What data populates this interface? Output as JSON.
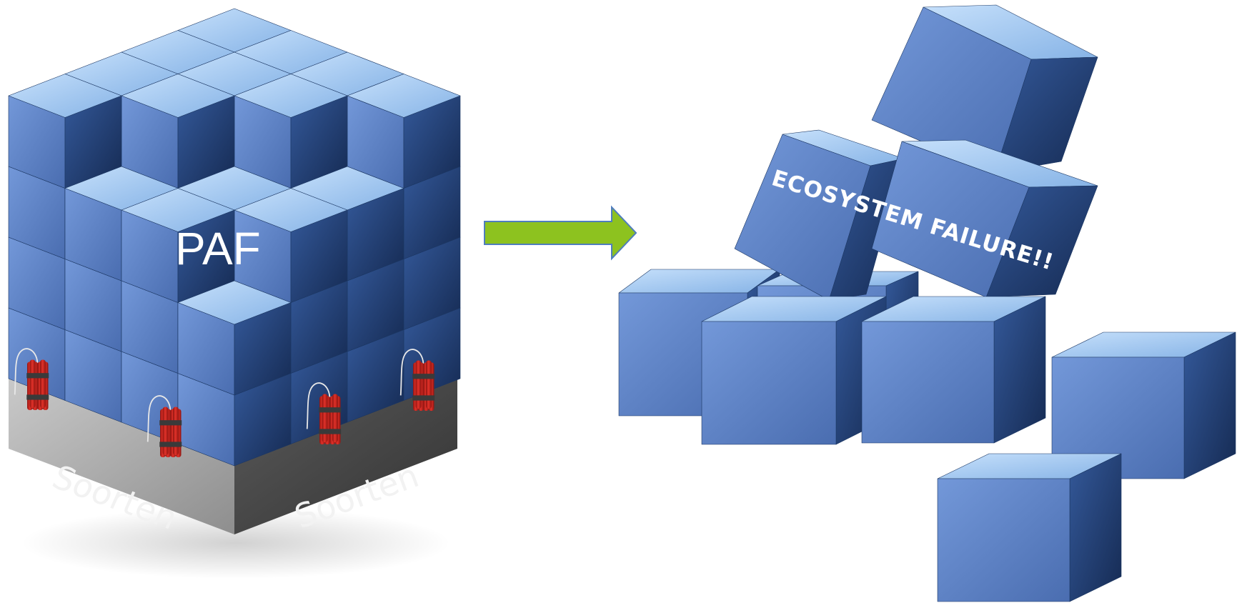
{
  "left_stack": {
    "title": "PAF",
    "base_label_left": "Soorten",
    "base_label_right": "Soorten"
  },
  "right_cluster": {
    "message": "ECOSYSTEM FAILURE!!"
  },
  "colors": {
    "cube_top_light": "#a9cdf2",
    "cube_left": "#6c8fd2",
    "cube_right": "#2a4b85",
    "arrow": "#8dc21f",
    "base_left": "#b3b3b3",
    "base_right": "#4a4a4a",
    "dynamite": "#d42a22"
  },
  "icons": [
    "dynamite-icon",
    "arrow-right-icon"
  ]
}
